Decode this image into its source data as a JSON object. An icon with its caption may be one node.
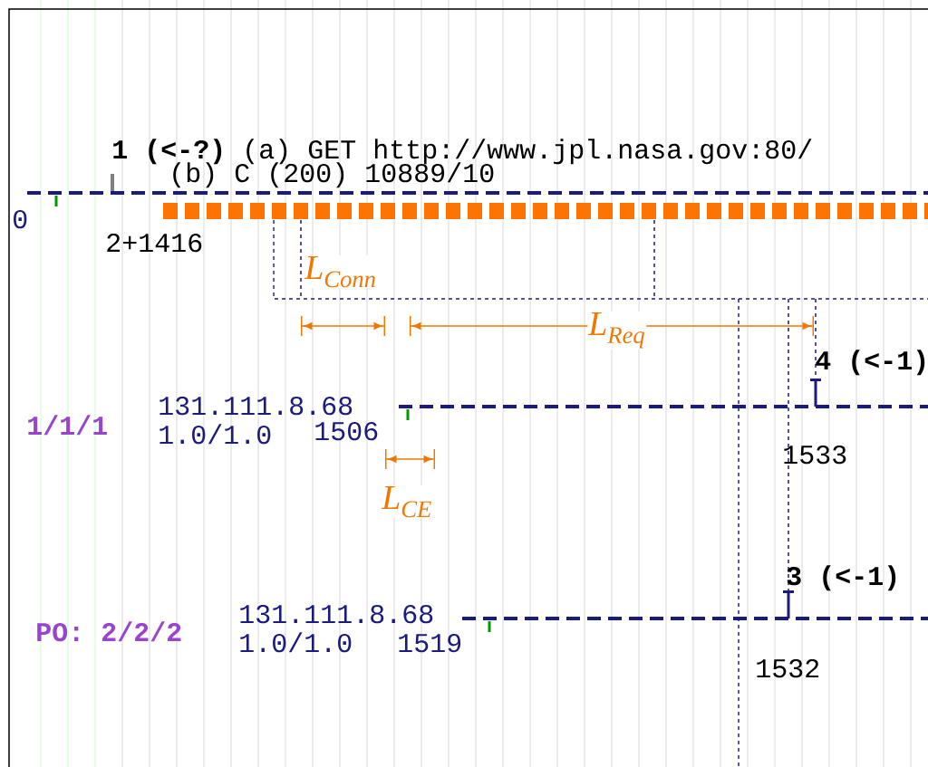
{
  "diagram": {
    "labels": [
      "**1 (<-?)** (a) GET http://www.jpl.nasa.gov:80/",
      "(b) C (200) 10889/10",
      "0",
      "2+1416",
      "L$_{Conn}$",
      "L$_{Req}$",
      "4 (<-1)",
      "1/1/1",
      "131.111.8.68",
      "1.0/1.0",
      "1506",
      "1533",
      "L$_{CE}$",
      "3 (<-1)",
      "PO: 2/2/2",
      "131.111.8.68",
      "1.0/1.0",
      "1519",
      "1532"
    ]
  }
}
